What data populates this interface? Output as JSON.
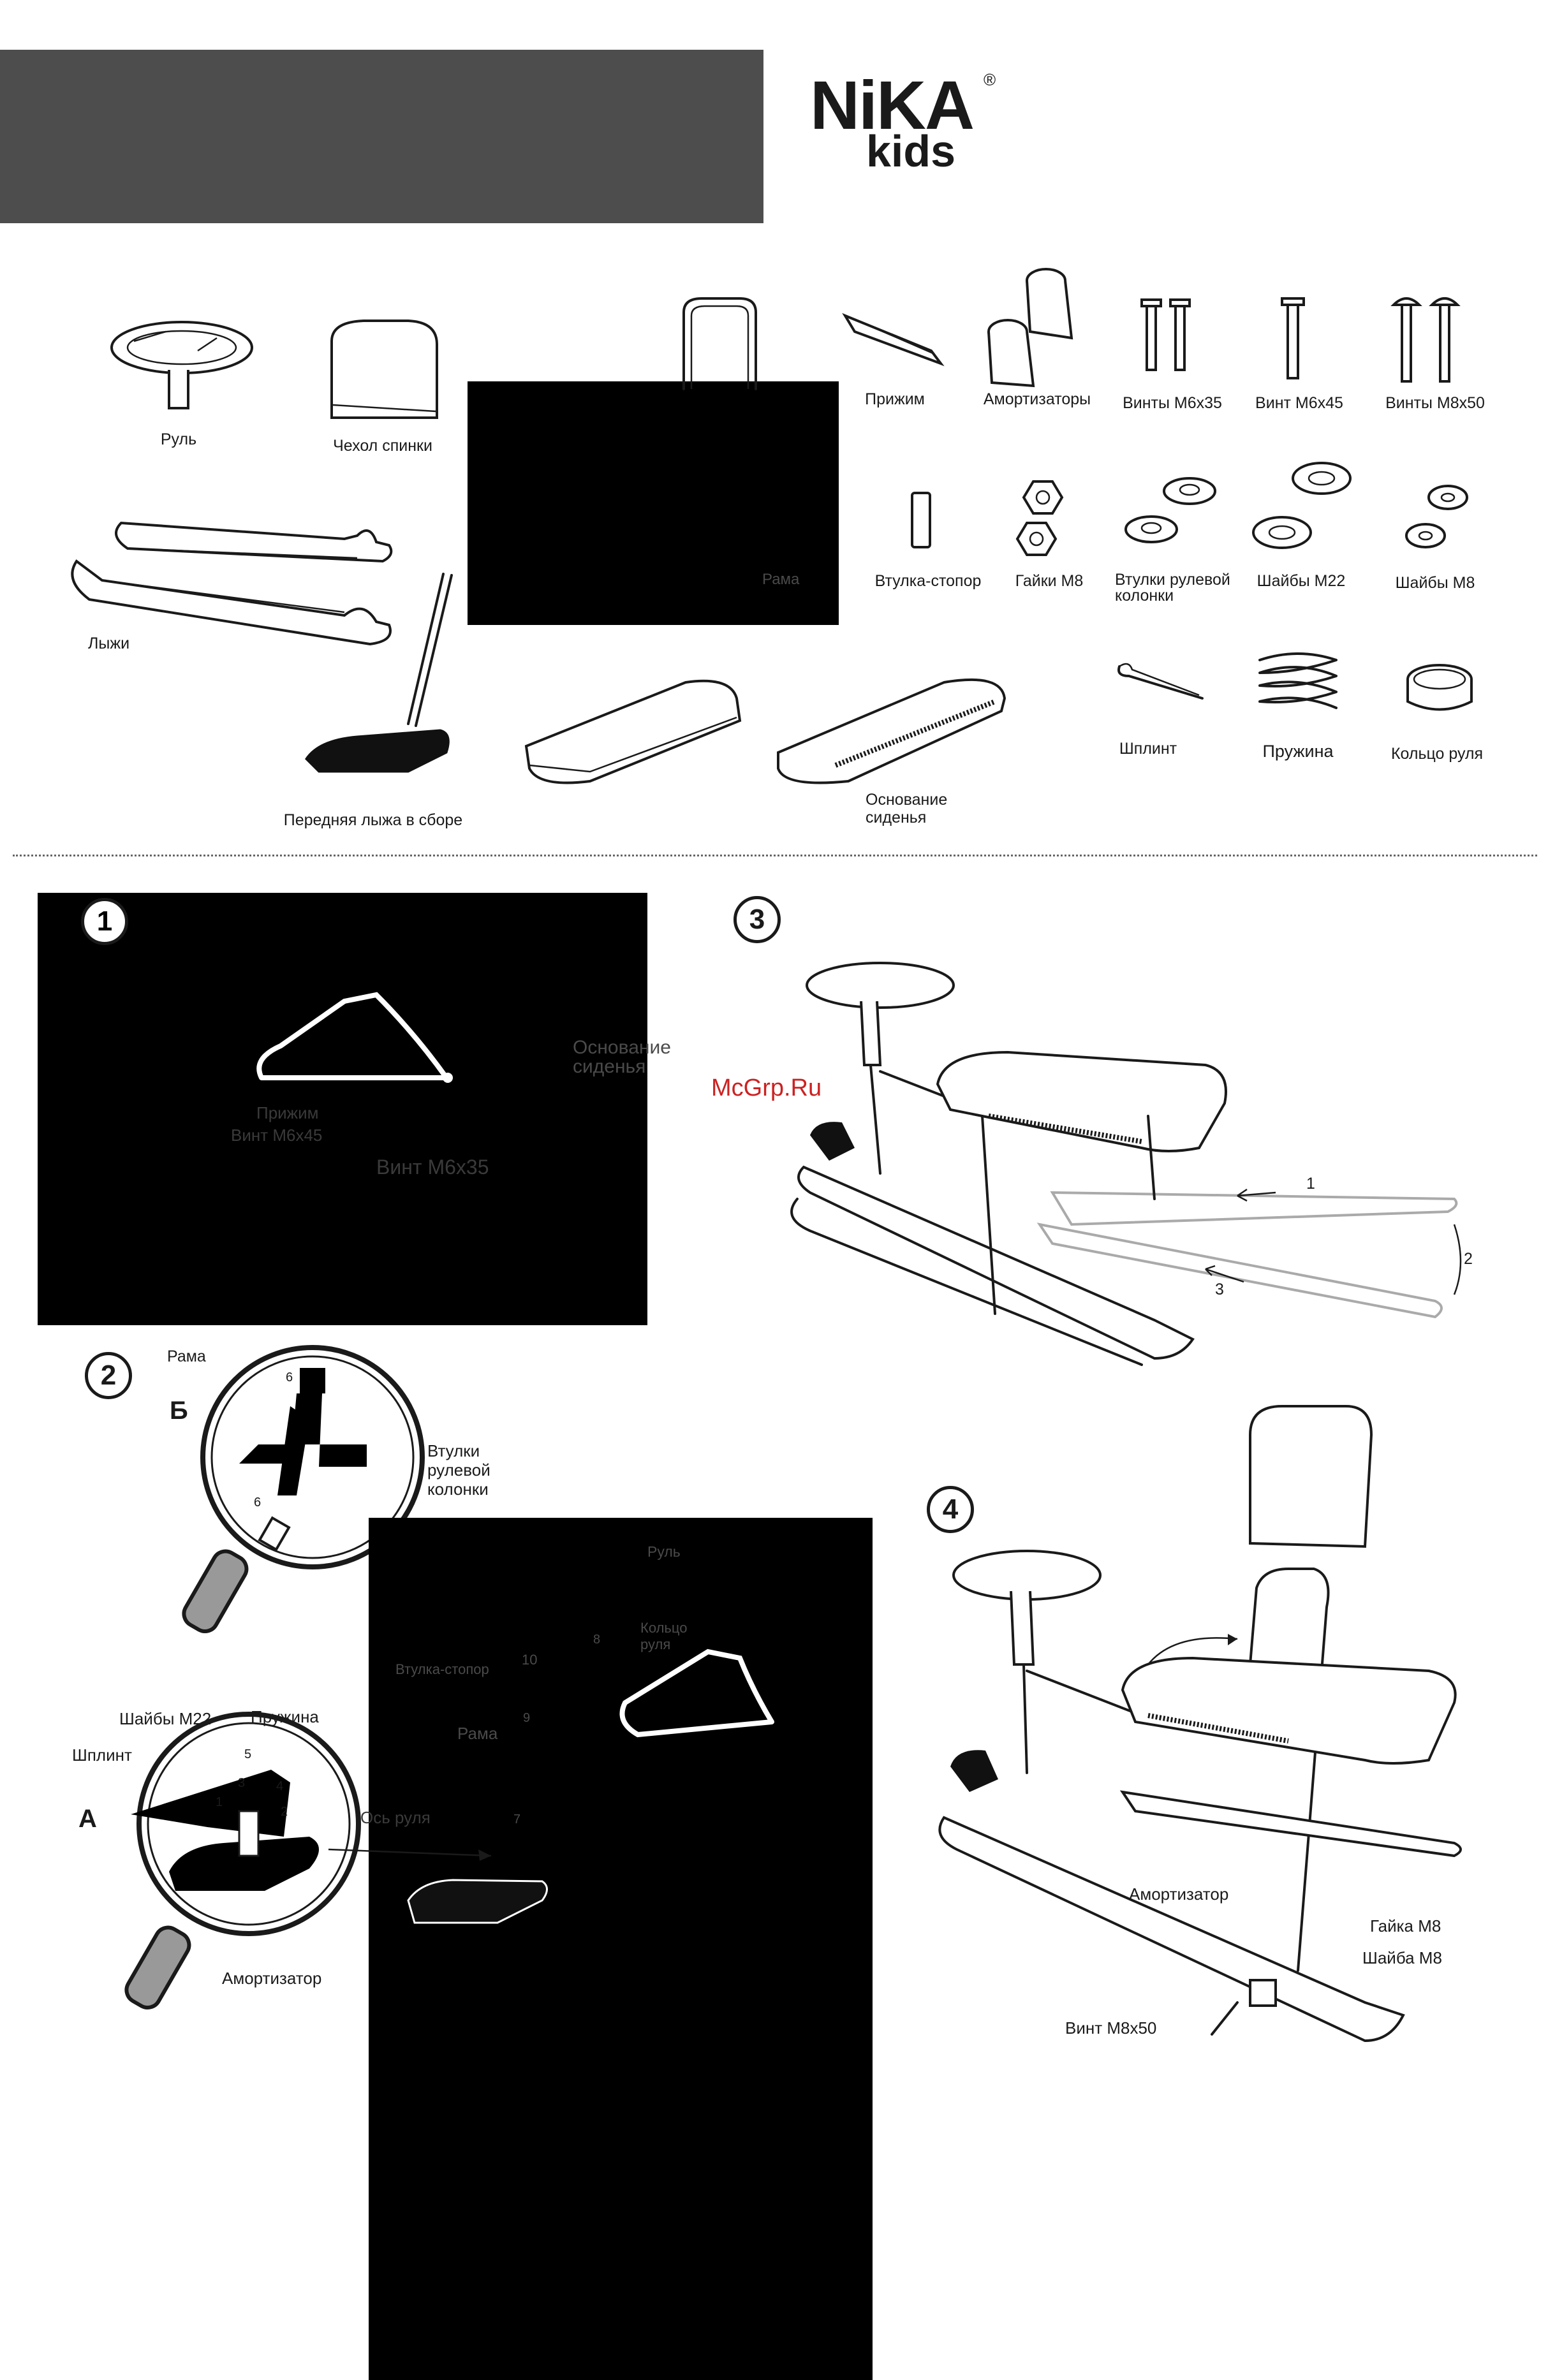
{
  "brand": {
    "logo_text": "NiKA",
    "logo_sub": "kids",
    "registered": "®"
  },
  "parts": {
    "rul": "Руль",
    "chehol": "Чехол спинки",
    "rama": "Рама",
    "lyzhi": "Лыжи",
    "front_ski": "Передняя лыжа в сборе",
    "prizhim": "Прижим",
    "amortizatory": "Амортизаторы",
    "vinty_m6x35": "Винты М6х35",
    "vinty_m6x45": "Винт М6х45",
    "vinty_m8x50": "Винты М8х50",
    "vtulka_stopor": "Втулка-стопор",
    "gaiki_m8": "Гайки М8",
    "vtulki_rulevoy": "Втулки рулевой колонки",
    "shaiby_m22": "Шайбы М22",
    "shaiby_m8": "Шайбы М8",
    "shplint": "Шплинт",
    "pruzhina": "Пружина",
    "koltso_rulya": "Кольцо руля",
    "osnovanie_sidenya": "Основание сиденья"
  },
  "step1": {
    "num": "1",
    "osnovanie": "Основание сиденья",
    "prizhim": "Прижим",
    "vint_m6x45": "Винт М6х45",
    "vint_m6x35": "Винт М6х35"
  },
  "step2": {
    "num": "2",
    "rama": "Рама",
    "b": "Б",
    "vtulki": "Втулки рулевой колонки",
    "n6a": "6",
    "n6b": "6",
    "rul": "Руль",
    "koltso": "Кольцо руля",
    "vtulka_stopor": "Втулка-стопор",
    "n10": "10",
    "n8": "8",
    "n9": "9",
    "rama2": "Рама",
    "n7": "7",
    "shaiby_m22": "Шайбы М22",
    "pruzhina": "Пружина",
    "shplint": "Шплинт",
    "a": "А",
    "n5": "5",
    "n3": "3",
    "n4": "4",
    "n1": "1",
    "n2": "2",
    "os_rulya": "Ось руля",
    "amortizator": "Амортизатор"
  },
  "step3": {
    "num": "3",
    "a1": "1",
    "a2": "2",
    "a3": "3"
  },
  "step4": {
    "num": "4",
    "amortizator": "Амортизатор",
    "gaika_m8": "Гайка М8",
    "shaiba_m8": "Шайба М8",
    "vint_m8x50": "Винт М8х50"
  },
  "watermark": "McGrp.Ru"
}
